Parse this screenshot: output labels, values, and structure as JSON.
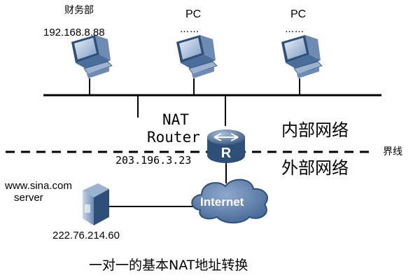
{
  "hosts": [
    {
      "name": "财务部",
      "ip": "192.168.8.88",
      "icon": "desktop-computer-icon"
    },
    {
      "name": "PC",
      "ip": "……",
      "icon": "desktop-computer-icon"
    },
    {
      "name": "PC",
      "ip": "……",
      "icon": "desktop-computer-icon"
    }
  ],
  "router": {
    "line1": "NAT",
    "line2": "Router",
    "ip": "203.196.3.23",
    "icon": "router-icon"
  },
  "zones": {
    "inside": "内部网络",
    "outside": "外部网络",
    "boundary": "界线"
  },
  "server": {
    "line1": "www.sina.com",
    "line2": "server",
    "ip": "222.76.214.60",
    "icon": "server-tower-icon"
  },
  "cloud": {
    "label": "Internet",
    "icon": "cloud-icon"
  },
  "caption": "一对一的基本NAT地址转换",
  "colors": {
    "line": "#000000",
    "device_blue": "#5a7fae",
    "device_dark": "#2e4f78",
    "cloud_fill": "#4f73a3"
  }
}
